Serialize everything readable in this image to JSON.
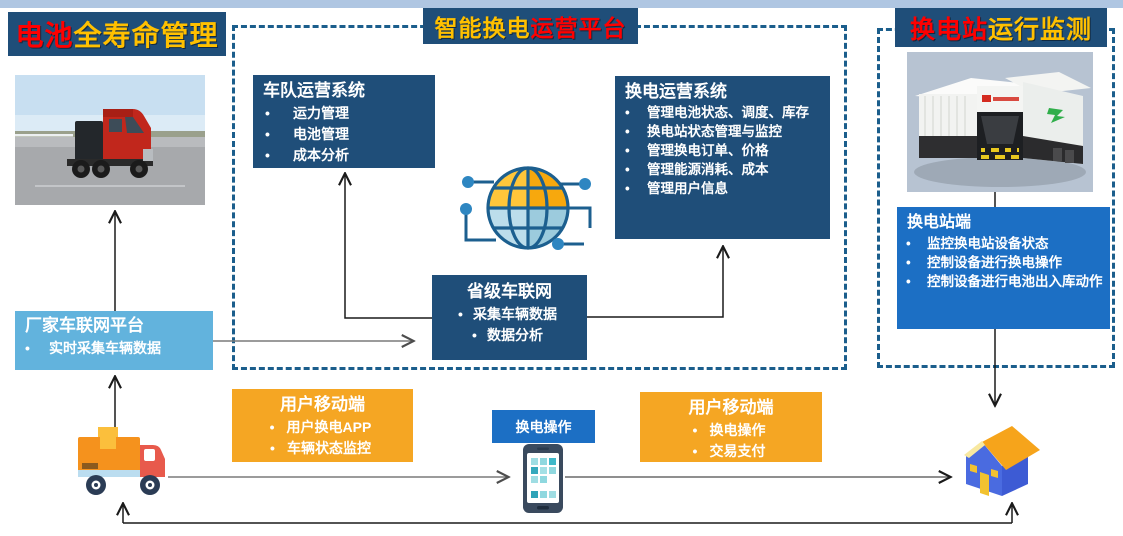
{
  "headers": {
    "battery": {
      "part1": "电池",
      "part2": "全寿命管理"
    },
    "platform": {
      "part1": "智能换电",
      "part2": "运营平台"
    },
    "station": {
      "part1": "换电站",
      "part2": "运行监测"
    }
  },
  "boxes": {
    "fleet": {
      "title": "车队运营系统",
      "bullets": [
        "运力管理",
        "电池管理",
        "成本分析"
      ]
    },
    "swap_ops": {
      "title": "换电运营系统",
      "bullets": [
        "管理电池状态、调度、库存",
        "换电站状态管理与监控",
        "管理换电订单、价格",
        "管理能源消耗、成本",
        "管理用户信息"
      ]
    },
    "provincial": {
      "title": "省级车联网",
      "bullets": [
        "采集车辆数据",
        "数据分析"
      ]
    },
    "oem": {
      "title": "厂家车联网平台",
      "bullets": [
        "实时采集车辆数据"
      ]
    },
    "mobile_left": {
      "title": "用户移动端",
      "bullets": [
        "用户换电APP",
        "车辆状态监控"
      ]
    },
    "mobile_right": {
      "title": "用户移动端",
      "bullets": [
        "换电操作",
        "交易支付"
      ]
    },
    "station_side": {
      "title": "换电站端",
      "bullets": [
        "监控换电站设备状态",
        "控制设备进行换电操作",
        "控制设备进行电池出入库动作"
      ]
    },
    "swap_label": "换电操作"
  },
  "icons": {
    "globe": "globe-network-icon",
    "truck_photo": "red-truck-photo",
    "station_photo": "battery-swap-station-render",
    "delivery_truck": "delivery-truck-icon",
    "smartphone": "smartphone-icon",
    "house": "house-icon"
  },
  "colors": {
    "title_red": "#FF0000",
    "title_gold": "#FFC000",
    "navy": "#1F4E79",
    "bright_blue": "#1C6FC4",
    "light_blue": "#62B3DD",
    "orange": "#F5A623",
    "dashed_border": "#1B5E8C",
    "top_strip": "#AFC6E2"
  }
}
